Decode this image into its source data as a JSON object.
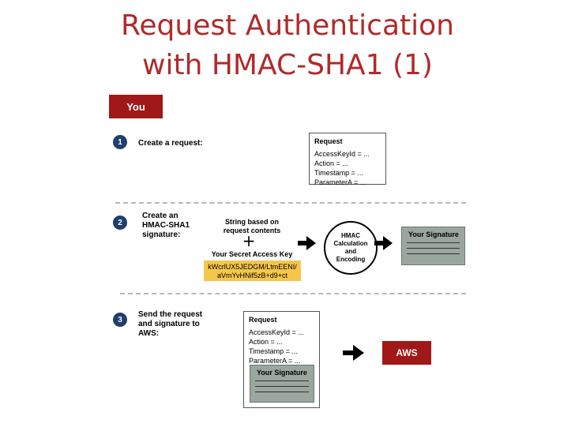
{
  "title": {
    "line1": "Request Authentication",
    "line2": "with HMAC-SHA1 (1)"
  },
  "you_label": "You",
  "steps": [
    {
      "number": "1",
      "text": "Create a request:"
    },
    {
      "number": "2",
      "line1": "Create an",
      "line2": "HMAC-SHA1",
      "line3": "signature:"
    },
    {
      "number": "3",
      "line1": "Send the request",
      "line2": "and signature to",
      "line3": "AWS:"
    }
  ],
  "request": {
    "header": "Request",
    "fields": [
      "AccessKeyId = ...",
      "Action = ...",
      "Timestamp = ...",
      "ParameterA = ..."
    ]
  },
  "step2": {
    "string_line1": "String based on",
    "string_line2": "request contents",
    "plus": "+",
    "secret_label": "Your Secret Access Key",
    "secret_line1": "kWcrlUX5JEDGM/LtmEENI/",
    "secret_line2": "aVmYvHNif5zB+d9+ct",
    "hmac_line1": "HMAC",
    "hmac_line2": "Calculation",
    "hmac_line3": "and",
    "hmac_line4": "Encoding"
  },
  "signature_label": "Your Signature",
  "aws_label": "AWS",
  "colors": {
    "title": "#b02a2a",
    "red_box": "#a01818",
    "step_circle": "#1f3f6d",
    "key_bg": "#f6c64b",
    "signature_bg": "#9aa79e"
  }
}
